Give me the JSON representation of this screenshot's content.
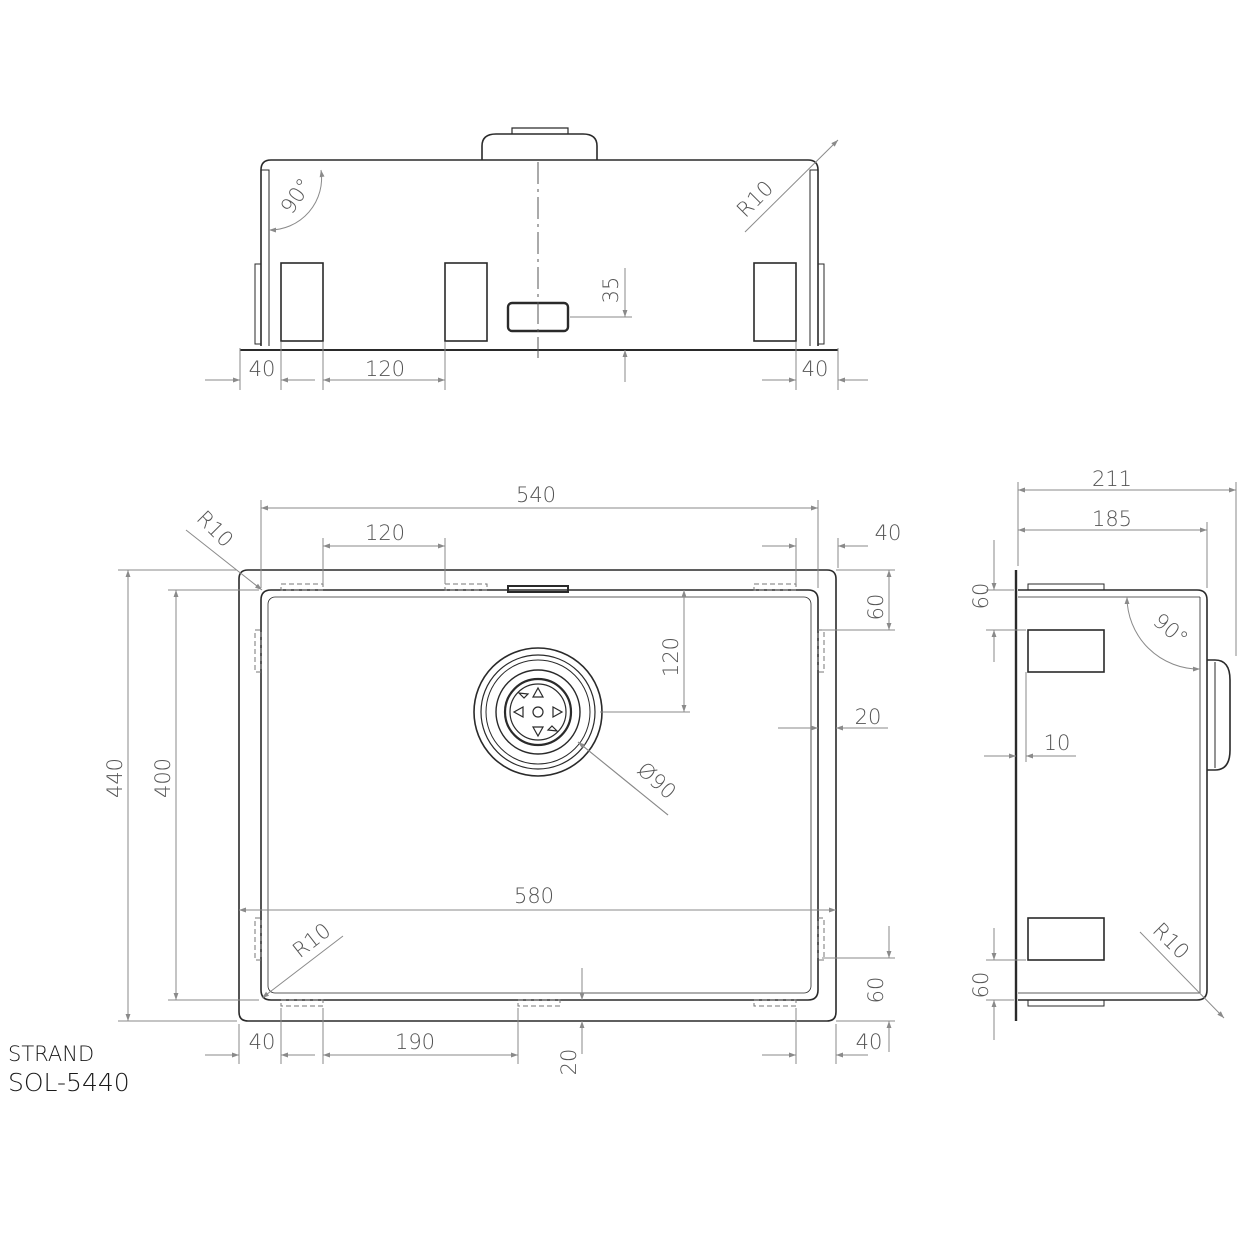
{
  "title": {
    "brand": "STRAND",
    "model": "SOL-5440"
  },
  "front_view": {
    "angle": "90°",
    "radius": "R10",
    "drain_height": "35",
    "left_margin": "40",
    "spacing": "120",
    "right_margin": "40"
  },
  "top_view": {
    "outer_width": "580",
    "inner_width": "540",
    "outer_height": "440",
    "inner_height": "400",
    "radius_top_left": "R10",
    "radius_bottom_left": "R10",
    "top_spacing": "120",
    "top_right_margin": "40",
    "right_top_offset": "60",
    "drain_offset": "120",
    "rim": "20",
    "drain_diameter": "Ø90",
    "bottom_right_offset": "60",
    "bottom_left_margin": "40",
    "bottom_spacing": "190",
    "bottom_rim": "20",
    "bottom_right_margin": "40"
  },
  "side_view": {
    "total_depth": "211",
    "bowl_depth": "185",
    "top_offset": "60",
    "angle": "90°",
    "wall": "10",
    "radius": "R10",
    "bottom_offset": "60"
  },
  "colors": {
    "line": "#2a2a2a",
    "dimension": "#8a8a8a",
    "text": "#555555"
  }
}
